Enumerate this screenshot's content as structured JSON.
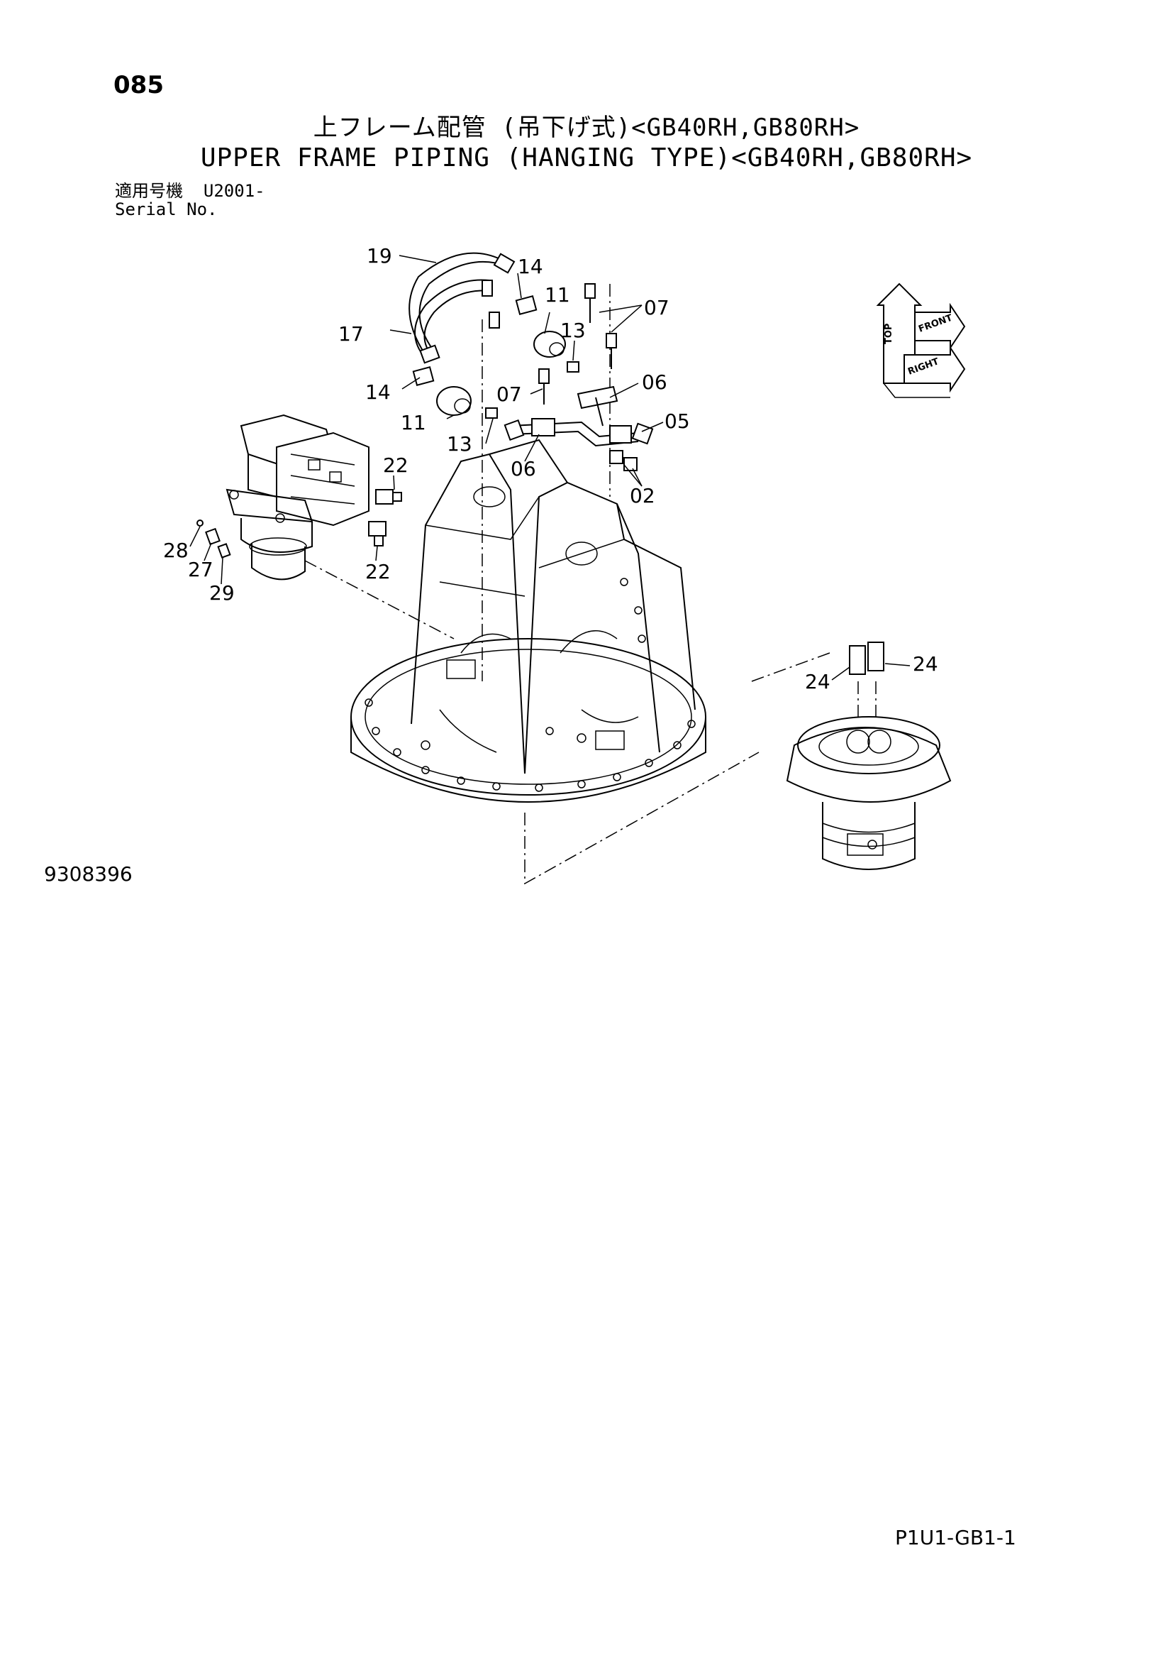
{
  "page_number": "085",
  "title_jp": "上フレーム配管 (吊下げ式)<GB40RH,GB80RH>",
  "title_en": "UPPER FRAME PIPING (HANGING TYPE)<GB40RH,GB80RH>",
  "serial": {
    "label_jp": "適用号機",
    "value": "U2001-",
    "label_en": "Serial No."
  },
  "drawing_code": "9308396",
  "page_ref": "P1U1-GB1-1",
  "orientation_labels": [
    "TOP",
    "FRONT",
    "RIGHT"
  ],
  "callouts": {
    "c19": "19",
    "c14a": "14",
    "c11a": "11",
    "c07a": "07",
    "c17": "17",
    "c13a": "13",
    "c06a": "06",
    "c14b": "14",
    "c07b": "07",
    "c11b": "11",
    "c05": "05",
    "c13b": "13",
    "c06b": "06",
    "c22a": "22",
    "c02": "02",
    "c28": "28",
    "c27": "27",
    "c22b": "22",
    "c29": "29",
    "c24a": "24",
    "c24b": "24"
  }
}
